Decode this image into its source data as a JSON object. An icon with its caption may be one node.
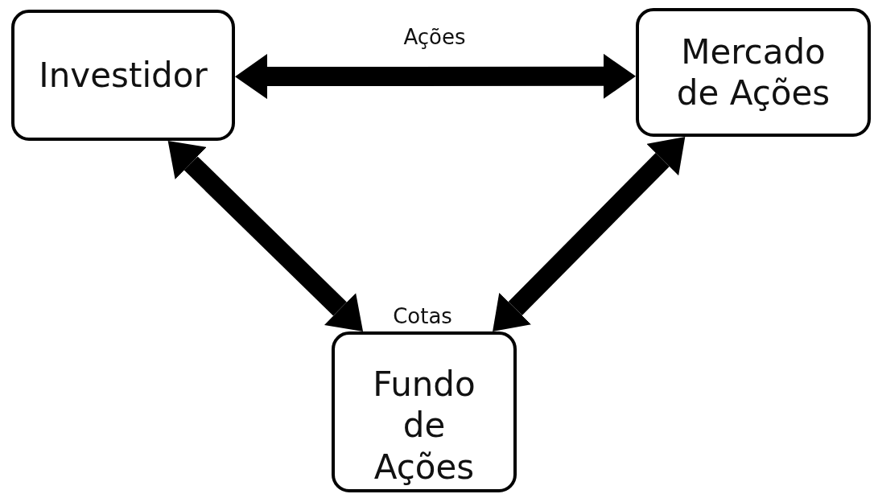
{
  "diagram": {
    "nodes": [
      {
        "text": [
          "Investidor"
        ]
      },
      {
        "text": [
          "Mercado de Ações"
        ]
      },
      {
        "text": [
          "Fundo de Ações"
        ],
        "beside": [
          "Cotas"
        ]
      }
    ],
    "edges": [
      {
        "from": 0,
        "to": 1,
        "arrow": "both",
        "label": "Ações"
      },
      {
        "from": 0,
        "to": 2,
        "arrow": "both"
      },
      {
        "from": 1,
        "to": 2,
        "arrow": "both"
      }
    ]
  }
}
